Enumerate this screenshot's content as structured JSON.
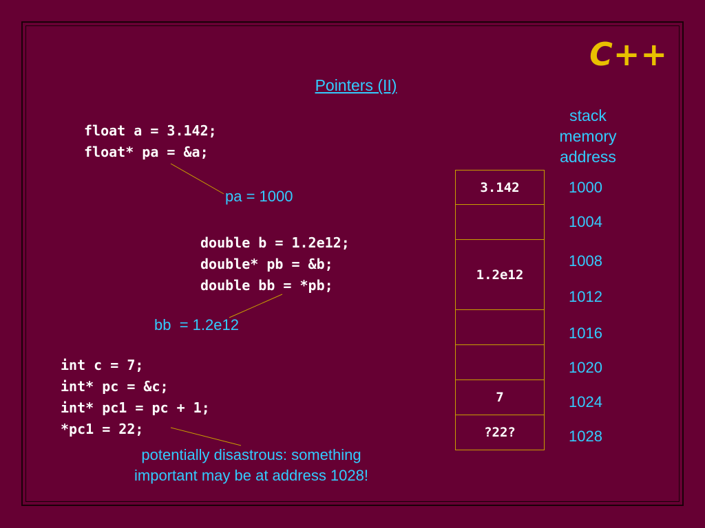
{
  "slide": {
    "logo": "C++",
    "title": "Pointers (II)"
  },
  "code_block_a": [
    "float a = 3.142;",
    "float* pa = &a;"
  ],
  "code_block_b": [
    "double b = 1.2e12;",
    "double* pb = &b;",
    "double bb = *pb;"
  ],
  "code_block_c": [
    "int c = 7;",
    "int* pc = &c;",
    "int* pc1 = pc + 1;",
    "*pc1 = 22;"
  ],
  "annotations": {
    "pa": "pa = 1000",
    "bb": "bb  = 1.2e12",
    "warning_line1": "potentially disastrous: something",
    "warning_line2": "important may be at address 1028!"
  },
  "memory": {
    "header_lines": [
      "stack",
      "memory",
      "address"
    ],
    "cells": [
      "3.142",
      "",
      "1.2e12",
      "",
      "",
      "7",
      "?22?"
    ],
    "addresses": [
      "1000",
      "1004",
      "1008",
      "1012",
      "1016",
      "1020",
      "1024",
      "1028"
    ]
  },
  "colors": {
    "background": "#660033",
    "accent": "#33ccff",
    "logo": "#e8c000",
    "code": "#ffffff",
    "border": "#c9a000"
  }
}
